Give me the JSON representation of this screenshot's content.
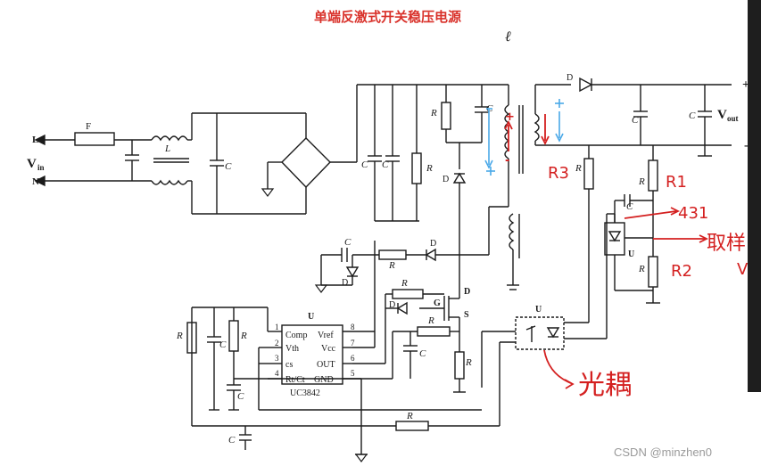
{
  "title": "单端反激式开关稳压电源",
  "labels": {
    "L": "L",
    "N": "N",
    "Vin": "V",
    "Vin_sub": "in",
    "F": "F",
    "L_inductor": "L",
    "C": "C",
    "R": "R",
    "D": "D",
    "U": "U",
    "S": "S",
    "G": "G",
    "plus": "+",
    "minus": "-",
    "Vout": "V",
    "Vout_sub": "out",
    "ic_name": "UC3842",
    "pins_left": [
      "Comp",
      "Vth",
      "cs",
      "Rt/Ct"
    ],
    "pins_right": [
      "Vref",
      "Vcc",
      "OUT",
      "GND"
    ],
    "pin_nums_left": [
      "1",
      "2",
      "3",
      "4"
    ],
    "pin_nums_right": [
      "8",
      "7",
      "6",
      "5"
    ]
  },
  "annotations": {
    "R3": "R3",
    "R1": "R1",
    "R2": "R2",
    "tl431": "431",
    "sampling": "取样",
    "sampling_v": "V",
    "optocoupler": "光耦",
    "script_l": "ℓ"
  },
  "watermark": "CSDN @minzhen0",
  "colors": {
    "ink": "#1a1a1a",
    "title": "#d9322b",
    "annot": "#d42020",
    "blue": "#4aa8e8"
  }
}
